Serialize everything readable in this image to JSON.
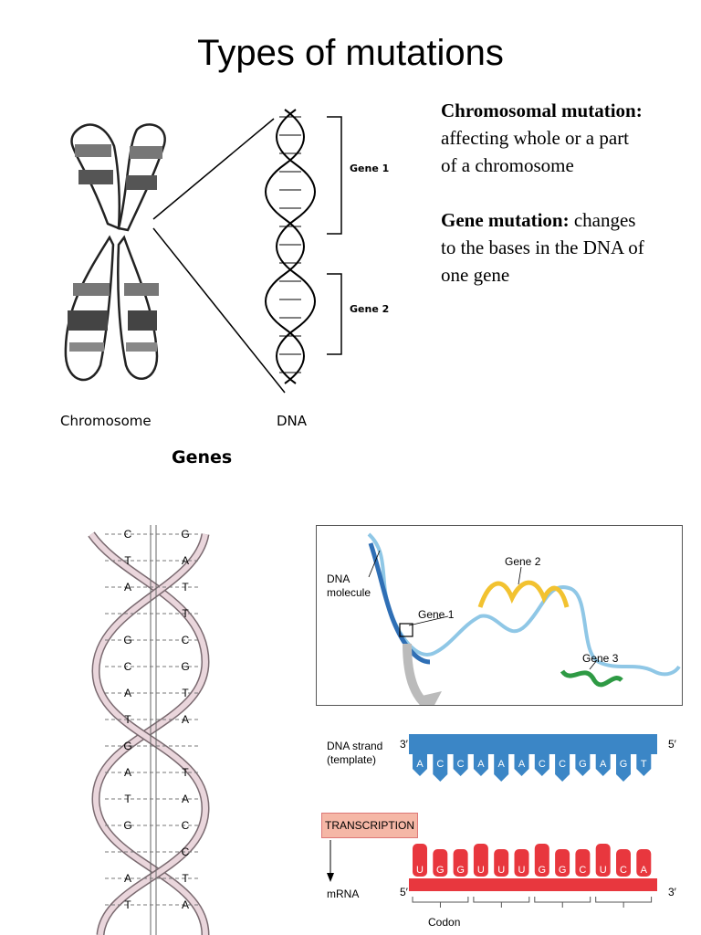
{
  "title": "Types of mutations",
  "definitions": {
    "chromosomal_term": "Chromosomal mutation:",
    "chromosomal_desc_1": "affecting whole or a part",
    "chromosomal_desc_2": "of a chromosome",
    "gene_term": "Gene mutation:",
    "gene_desc_1": " changes",
    "gene_desc_2": "to the bases in the DNA of",
    "gene_desc_3": "one gene"
  },
  "genes_figure": {
    "gene1_label": "Gene 1",
    "gene2_label": "Gene 2",
    "chromosome_label": "Chromosome",
    "dna_label": "DNA",
    "caption": "Genes"
  },
  "double_helix": {
    "pairs": [
      [
        "C",
        "G"
      ],
      [
        "T",
        "A"
      ],
      [
        "A",
        "T"
      ],
      [
        "",
        "T"
      ],
      [
        "G",
        "C"
      ],
      [
        "C",
        "G"
      ],
      [
        "A",
        "T"
      ],
      [
        "T",
        "A"
      ],
      [
        "G",
        ""
      ],
      [
        "A",
        "T"
      ],
      [
        "T",
        "A"
      ],
      [
        "G",
        "C"
      ],
      [
        "",
        "C"
      ],
      [
        "A",
        "T"
      ],
      [
        "T",
        "A"
      ]
    ]
  },
  "gene_map": {
    "dna_molecule_1": "DNA",
    "dna_molecule_2": "molecule",
    "gene1": "Gene 1",
    "gene2": "Gene 2",
    "gene3": "Gene 3"
  },
  "transcription": {
    "dna_strand_1": "DNA strand",
    "dna_strand_2": "(template)",
    "three_prime": "3′",
    "five_prime": "5′",
    "dna_bases": [
      "A",
      "C",
      "C",
      "A",
      "A",
      "A",
      "C",
      "C",
      "G",
      "A",
      "G",
      "T"
    ],
    "step": "TRANSCRIPTION",
    "mrna_label": "mRNA",
    "mrna_bases": [
      "U",
      "G",
      "G",
      "U",
      "U",
      "U",
      "G",
      "G",
      "C",
      "U",
      "C",
      "A"
    ],
    "codon_label": "Codon"
  },
  "colors": {
    "dna_blue": "#3b86c6",
    "mrna_red": "#e8373e",
    "transcription_box": "#f5b7a6",
    "gene1_blue": "#2f6fb5",
    "gene2_yellow": "#f2c230",
    "gene3_green": "#2e9a44",
    "helix_pink": "#dcc4cc"
  }
}
